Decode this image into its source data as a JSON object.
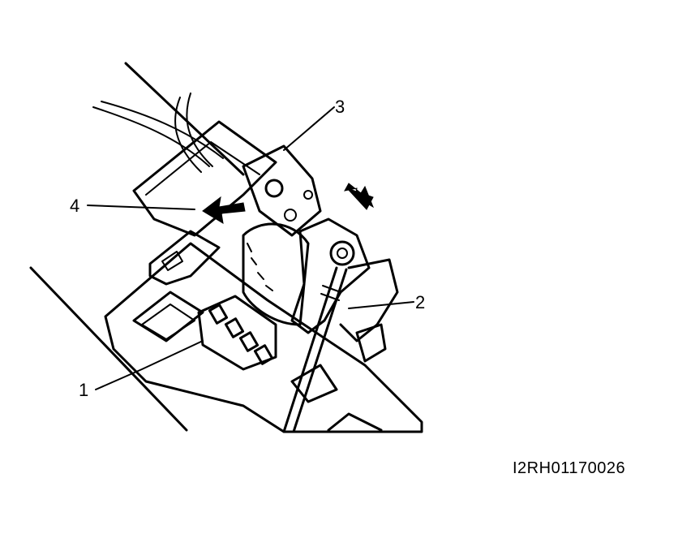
{
  "callouts": {
    "c1": "1",
    "c2": "2",
    "c3": "3",
    "c4": "4"
  },
  "figure_code": "I2RH01170026",
  "colors": {
    "ink": "#000000",
    "paper": "#ffffff"
  }
}
